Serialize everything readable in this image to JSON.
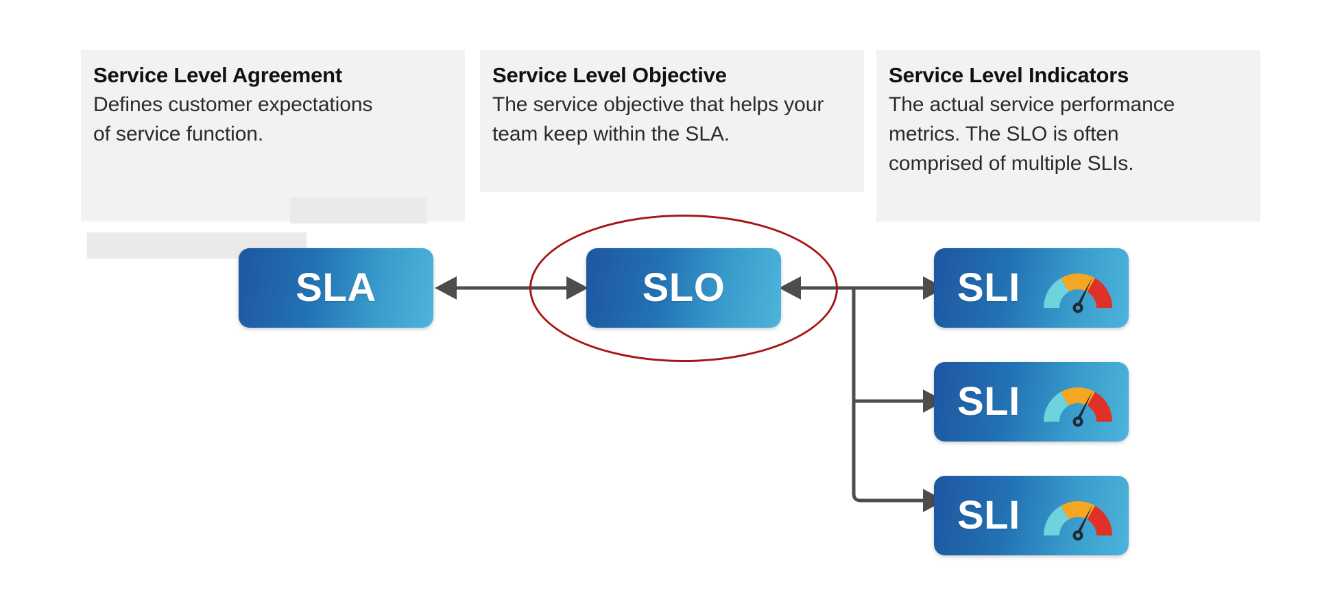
{
  "diagram": {
    "title": "Service Level Agreement / Objective / Indicators relationship diagram",
    "background_color": "#ffffff",
    "card_background_color": "#f2f2f2",
    "node_gradient_from": "#1e56a0",
    "node_gradient_to": "#4db4dc",
    "connector_color": "#4d4d4d",
    "highlight_color": "#a71616",
    "gauge_colors": {
      "low": "#6fd3dd",
      "mid": "#f5a623",
      "high": "#e03127",
      "needle": "#1f2a37"
    }
  },
  "cards": [
    {
      "id": "sla",
      "title": "Service Level Agreement",
      "body": "Defines customer expectations of service function."
    },
    {
      "id": "slo",
      "title": "Service Level Objective",
      "body": "The service objective that helps your team keep within the SLA."
    },
    {
      "id": "sli",
      "title": "Service Level Indicators",
      "body": "The actual service performance metrics. The SLO is often comprised of multiple SLIs."
    }
  ],
  "nodes": {
    "sla": {
      "label": "SLA"
    },
    "slo": {
      "label": "SLO"
    },
    "sli_1": {
      "label": "SLI"
    },
    "sli_2": {
      "label": "SLI"
    },
    "sli_3": {
      "label": "SLI"
    }
  },
  "connectors": {
    "sla_slo": {
      "kind": "double-headed-arrow",
      "from": "SLA",
      "to": "SLO"
    },
    "slo_sli": {
      "kind": "branching-arrow",
      "from": "SLO",
      "to": "SLI x3"
    }
  },
  "highlight": {
    "target": "SLO",
    "shape": "ellipse",
    "color": "#a71616"
  }
}
